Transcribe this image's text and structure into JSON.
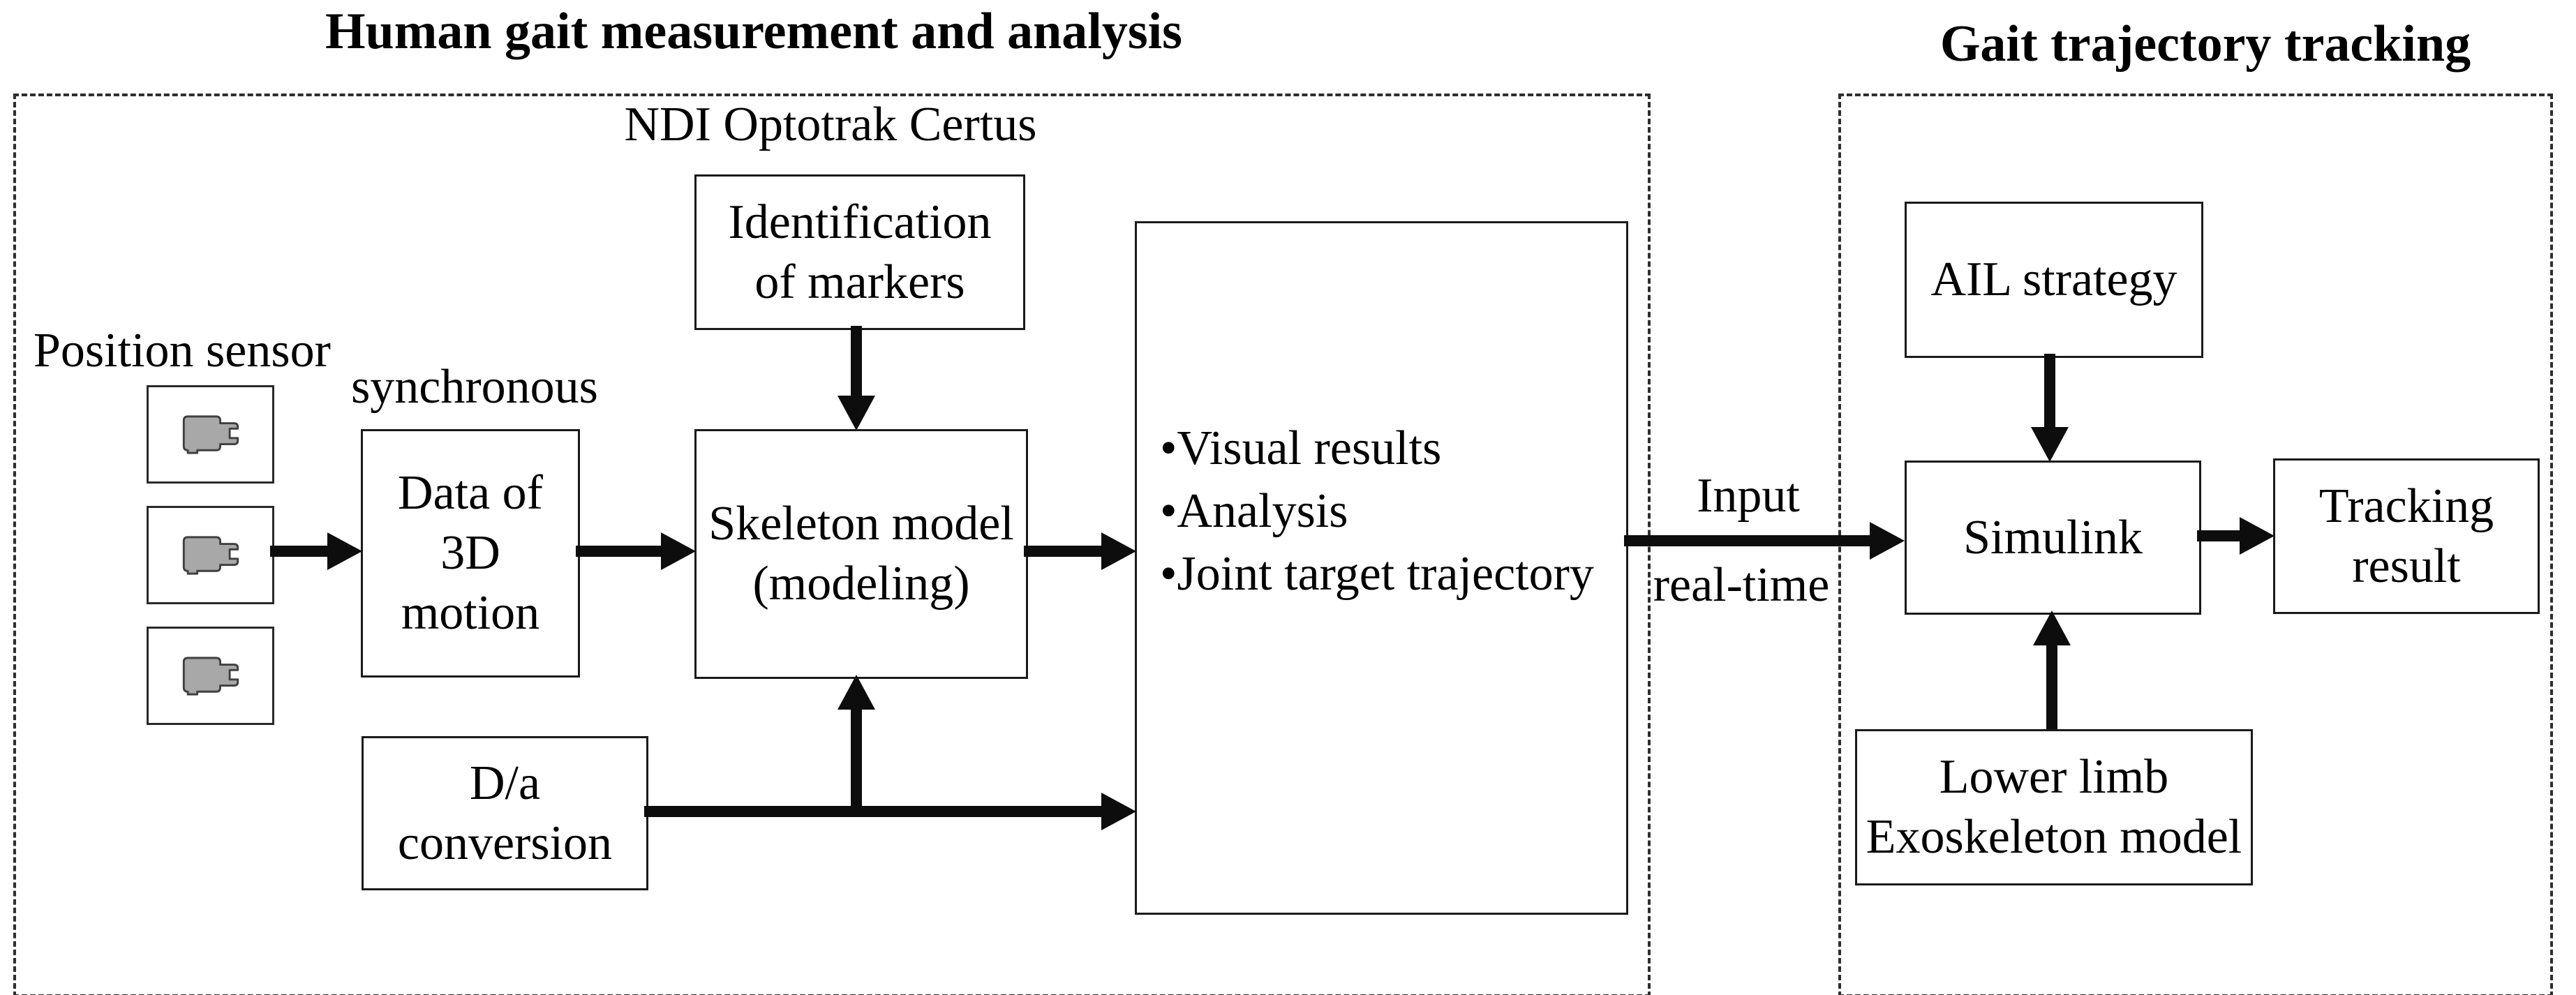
{
  "titles": {
    "left": "Human gait measurement and analysis",
    "right": "Gait trajectory tracking"
  },
  "labels": {
    "ndi": "NDI Optotrak Certus",
    "position_sensor": "Position sensor",
    "synchronous": "synchronous",
    "input": "Input",
    "real_time": "real-time"
  },
  "nodes": {
    "identification": {
      "lines": [
        "Identification",
        "of markers"
      ]
    },
    "data_3d": {
      "lines": [
        "Data of",
        "3D",
        "motion"
      ]
    },
    "skeleton": {
      "lines": [
        "Skeleton model",
        "(modeling)"
      ]
    },
    "da_conversion": {
      "lines": [
        "D/a",
        "conversion"
      ]
    },
    "results": {
      "items": [
        "•Visual results",
        "•Analysis",
        "•Joint target trajectory"
      ]
    },
    "ail": {
      "lines": [
        "AIL strategy"
      ]
    },
    "simulink": {
      "lines": [
        "Simulink"
      ]
    },
    "tracking": {
      "lines": [
        "Tracking",
        "result"
      ]
    },
    "lower_limb": {
      "lines": [
        "Lower limb",
        "Exoskeleton model"
      ]
    }
  },
  "icons": {
    "camera": "video-camera"
  },
  "colors": {
    "background": "#ffffff",
    "line": "#0d0d0d",
    "camera_fill": "#a8a8a8",
    "camera_stroke": "#404040"
  }
}
